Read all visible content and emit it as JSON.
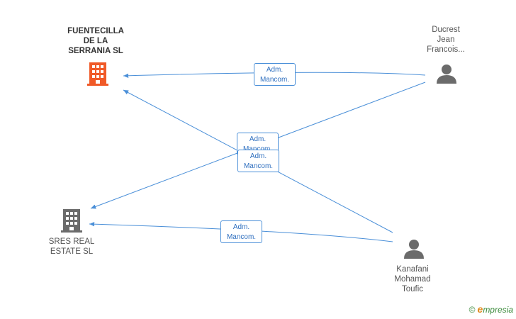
{
  "nodes": {
    "fuentecilla": {
      "label": "FUENTECILLA\nDE LA\nSERRANIA SL",
      "type": "company",
      "color": "#f05a28"
    },
    "sres": {
      "label": "SRES REAL\nESTATE SL",
      "type": "company",
      "color": "#6b6b6b"
    },
    "ducrest": {
      "label": "Ducrest\nJean\nFrancois...",
      "type": "person",
      "color": "#6b6b6b"
    },
    "kanafani": {
      "label": "Kanafani\nMohamad\nToufic",
      "type": "person",
      "color": "#6b6b6b"
    }
  },
  "edges": [
    {
      "from": "ducrest",
      "to": "fuentecilla",
      "line1": "Adm.",
      "line2": "Mancom."
    },
    {
      "from": "ducrest",
      "to": "sres",
      "line1": "Adm.",
      "line2": "Mancom."
    },
    {
      "from": "kanafani",
      "to": "fuentecilla",
      "line1": "Adm.",
      "line2": "Mancom."
    },
    {
      "from": "kanafani",
      "to": "sres",
      "line1": "Adm.",
      "line2": "Mancom."
    }
  ],
  "edge_color": "#4a8fd8",
  "brand": {
    "copyright": "©",
    "initial": "e",
    "name": "mpresia"
  }
}
